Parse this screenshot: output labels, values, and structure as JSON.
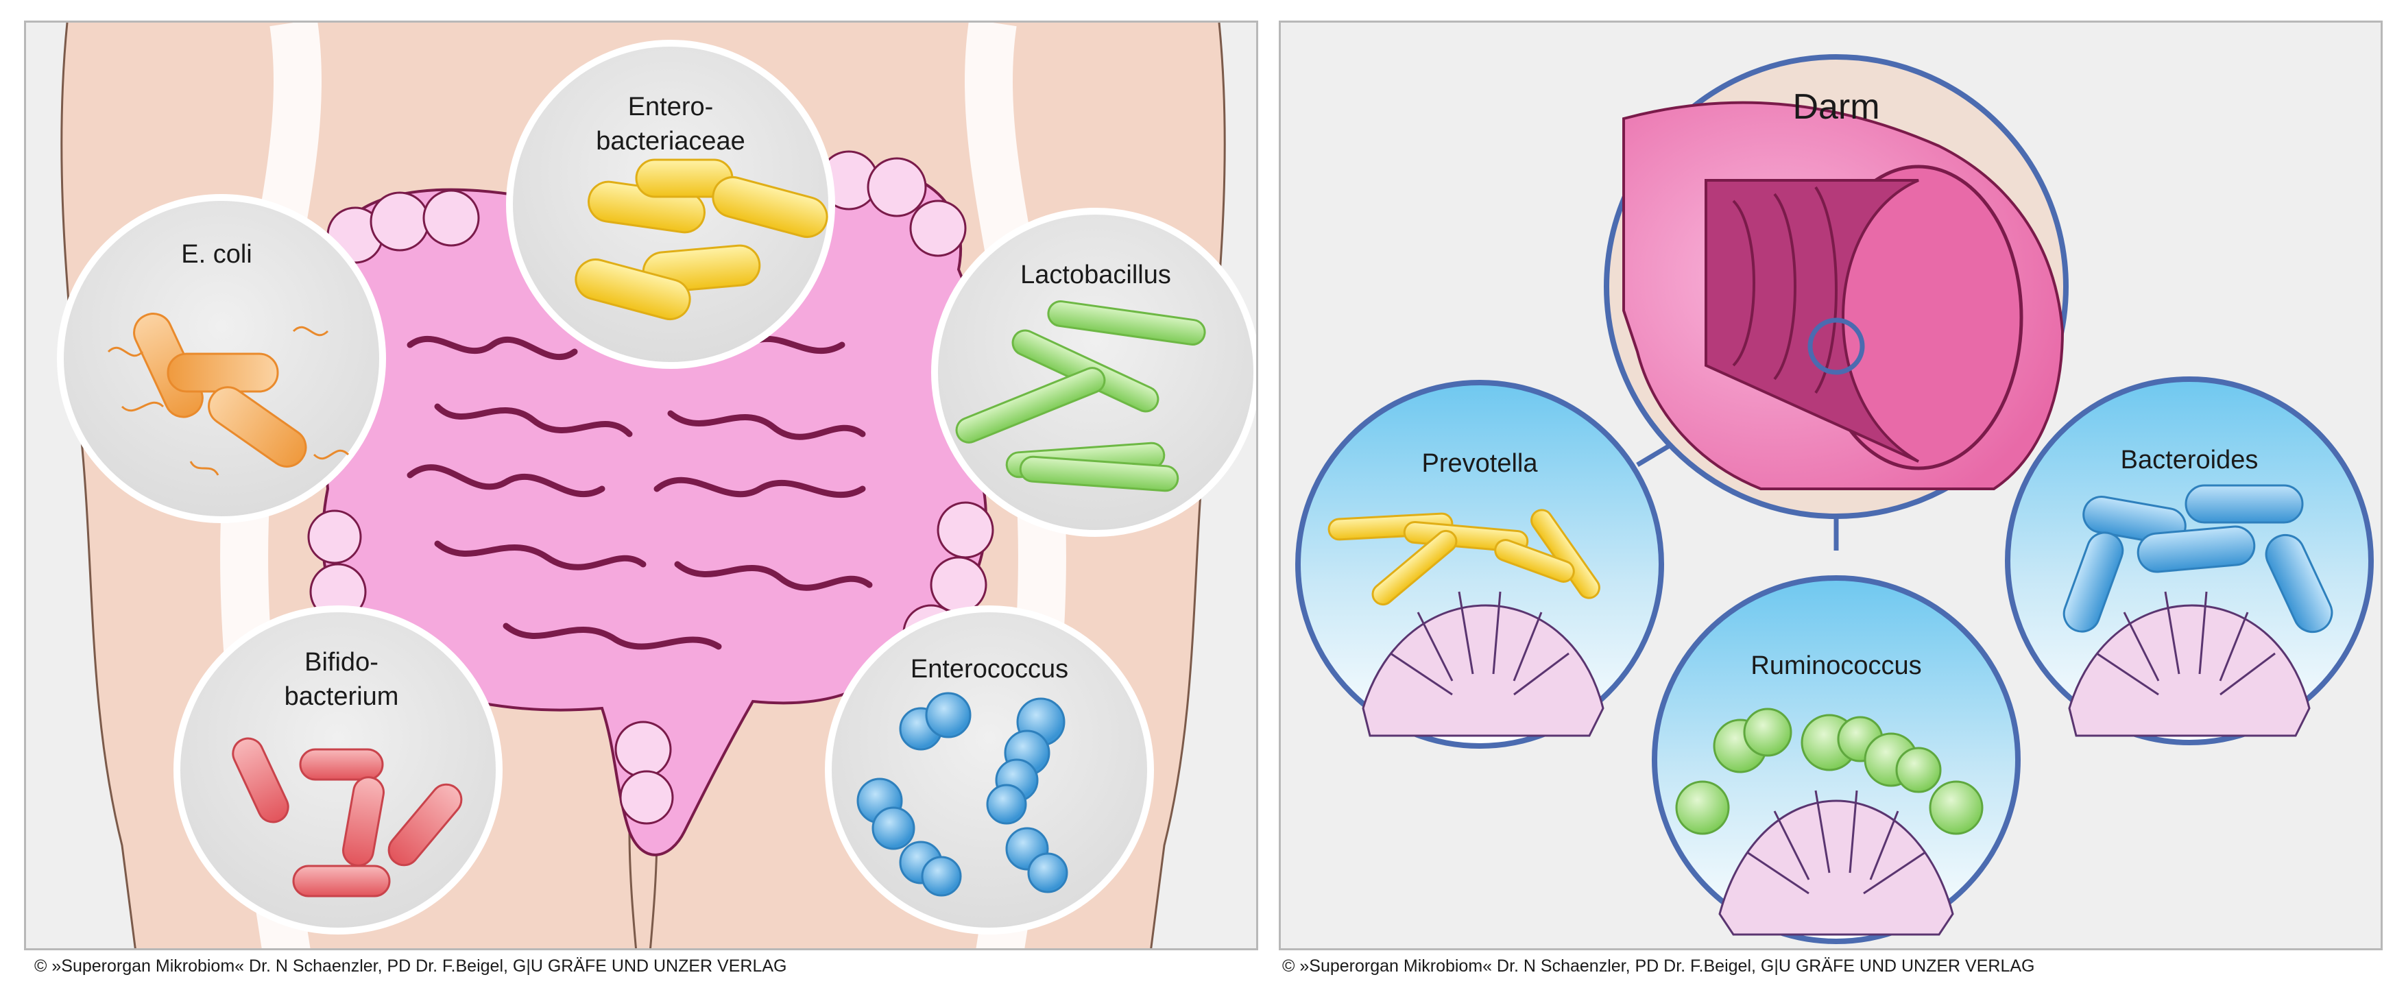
{
  "left_panel": {
    "bubbles": {
      "ecoli": "E. coli",
      "entero_line1": "Entero-",
      "entero_line2": "bacteriaceae",
      "lacto": "Lactobacillus",
      "bifido_line1": "Bifido-",
      "bifido_line2": "bacterium",
      "enterococcus": "Enterococcus"
    },
    "credit": "© »Superorgan Mikrobiom« Dr. N Schaenzler, PD Dr. F.Beigel, G|U GRÄFE UND UNZER VERLAG"
  },
  "right_panel": {
    "title": "Darm",
    "bubbles": {
      "prevotella": "Prevotella",
      "ruminococcus": "Ruminococcus",
      "bacteroides": "Bacteroides"
    },
    "credit": "© »Superorgan Mikrobiom« Dr. N Schaenzler, PD Dr. F.Beigel, G|U GRÄFE UND UNZER VERLAG"
  },
  "colors": {
    "skin": "#f3d5c6",
    "intestine": "#f5a9dd",
    "intestine_outline": "#7a1b4a",
    "bubble_fill": "#e8e8e8",
    "ecoli": "#f2a64e",
    "entero": "#f6d22a",
    "lacto": "#8fd66a",
    "bifido": "#e8666c",
    "enterococcus": "#4aa7e0",
    "right_ring": "#4b6bb0"
  }
}
